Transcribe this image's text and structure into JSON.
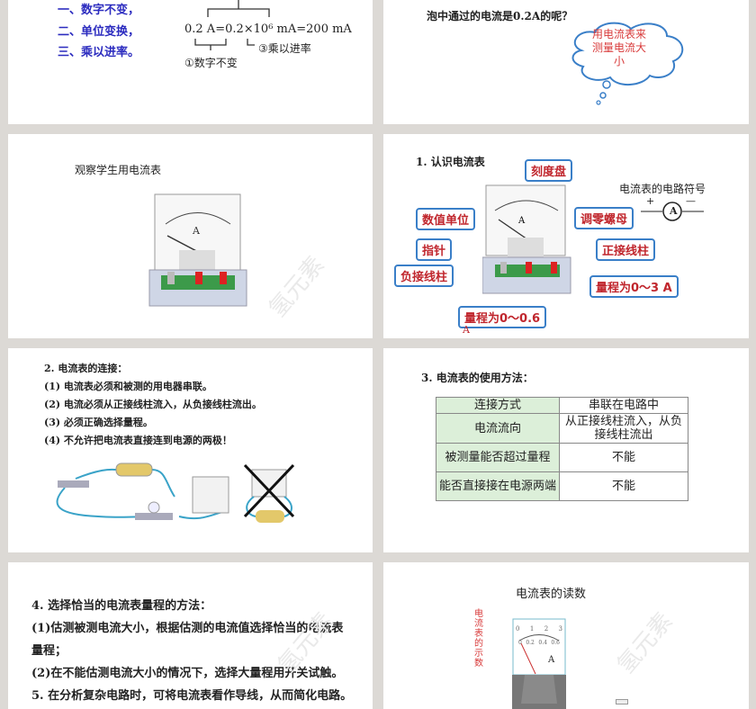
{
  "slide1": {
    "steps": [
      "一、数字不变，",
      "二、单位变换，",
      "三、乘以进率。"
    ],
    "formula": "0.2 A=0.2×10⁶ mA=200 mA",
    "note1": "①数字不变",
    "note3": "③乘以进率"
  },
  "slide2": {
    "question": "泡中通过的电流是0.2A的呢？",
    "bubble": "用电流表来测量电流大小"
  },
  "slide3": {
    "title": "观察学生用电流表"
  },
  "slide4": {
    "title": "1. 认识电流表",
    "labels": {
      "dial": "刻度盘",
      "unit": "数值单位",
      "pointer": "指针",
      "zero": "调零螺母",
      "pos": "正接线柱",
      "neg": "负接线柱",
      "range3": "量程为0～3 A",
      "range06": "量程为0～0.6",
      "range06_unit": "A"
    },
    "symbol_title": "电流表的电路符号",
    "symbol_plus": "+",
    "symbol_minus": "—",
    "symbol_letter": "A"
  },
  "slide5": {
    "title": "2. 电流表的连接：",
    "items": [
      "(1) 电流表必须和被测的用电器串联。",
      "(2) 电流必须从正接线柱流入，从负接线柱流出。",
      "(3) 必须正确选择量程。",
      "(4) 不允许把电流表直接连到电源的两极！"
    ]
  },
  "slide6": {
    "title": "3. 电流表的使用方法：",
    "rows": [
      {
        "k": "连接方式",
        "v": "串联在电路中"
      },
      {
        "k": "电流流向",
        "v": "从正接线柱流入，从负接线柱流出"
      },
      {
        "k": "被测量能否超过量程",
        "v": "不能"
      },
      {
        "k": "能否直接接在电源两端",
        "v": "不能"
      }
    ]
  },
  "slide7": {
    "items": [
      "4. 选择恰当的电流表量程的方法：",
      "(1)估测被测电流大小，根据估测的电流值选择恰当的电流表",
      "量程；",
      "(2)在不能估测电流大小的情况下，选择大量程用开关试触。",
      "5. 在分析复杂电路时，可将电流表看作导线，从而简化电路。"
    ]
  },
  "slide8": {
    "title": "电流表的读数",
    "side_label": "电流表的示数",
    "scale_top": [
      "0",
      "1",
      "2",
      "3"
    ],
    "scale_bottom": [
      "0",
      "0.2",
      "0.4",
      "0.6"
    ],
    "unit": "A"
  },
  "watermark": "氢元素",
  "colors": {
    "background": "#dcd9d5",
    "label_border": "#3a7fc8",
    "label_text": "#c0262d",
    "step_text": "#2b2bbf",
    "table_header": "#dcefd9"
  }
}
